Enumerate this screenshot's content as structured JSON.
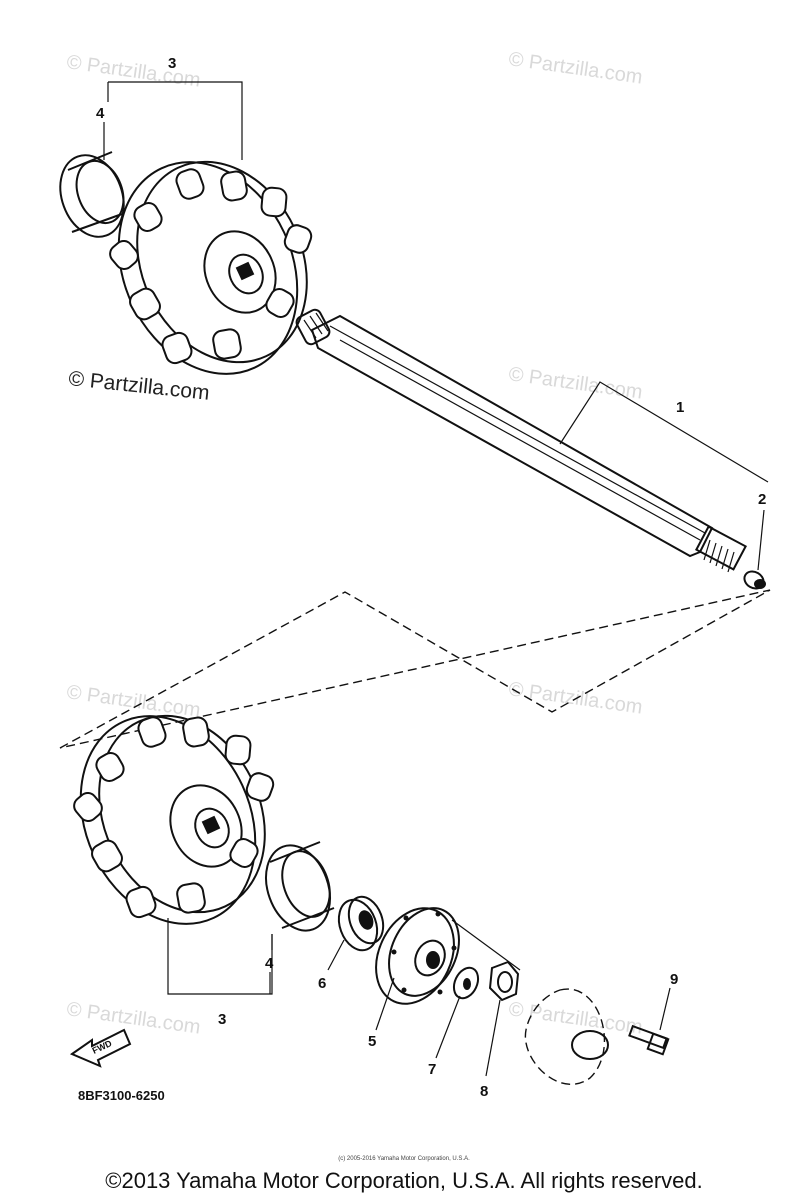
{
  "watermark": "© Partzilla.com",
  "watermark_main": "© Partzilla.com",
  "labels": {
    "l1": "1",
    "l2": "2",
    "l3_top": "3",
    "l4_top": "4",
    "l3_bottom": "3",
    "l4_bottom": "4",
    "l5": "5",
    "l6": "6",
    "l7": "7",
    "l8": "8",
    "l9": "9"
  },
  "fwd_label": "FWD",
  "diagram_code": "8BF3100-6250",
  "small_copyright": "(c) 2005-2016 Yamaha Motor Corporation, U.S.A.",
  "copyright": "©2013 Yamaha Motor Corporation, U.S.A. All rights reserved."
}
